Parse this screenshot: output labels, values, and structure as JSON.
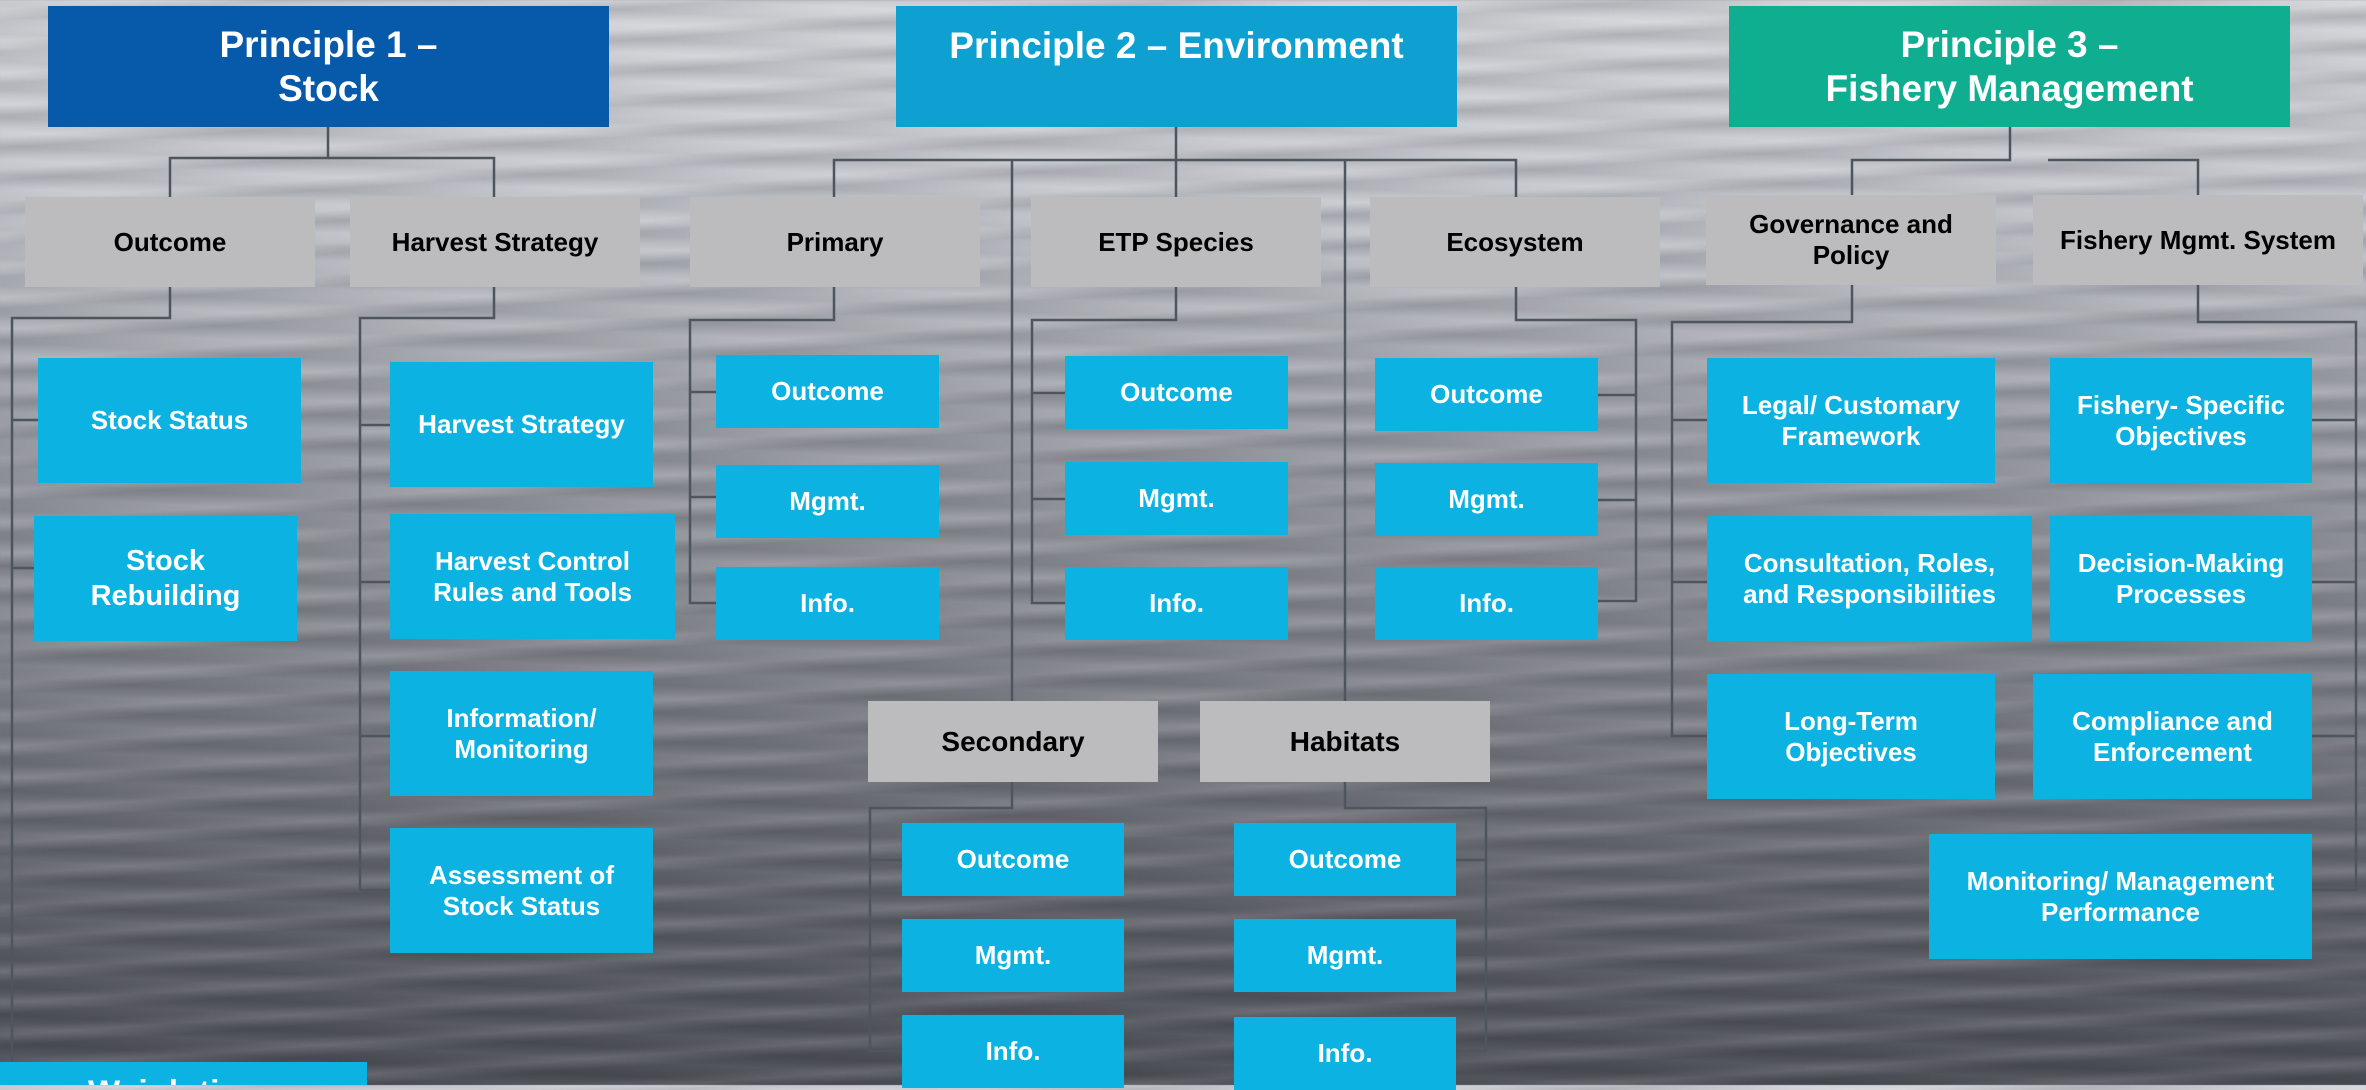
{
  "principles": {
    "p1": {
      "title": "Principle 1 –\nStock",
      "color": "#075aa9"
    },
    "p2": {
      "title": "Principle 2 – Environment",
      "color": "#0da0d1"
    },
    "p3": {
      "title": "Principle 3 –\nFishery Management",
      "color": "#10ae91"
    }
  },
  "categories": {
    "outcome": "Outcome",
    "harvest_strategy": "Harvest Strategy",
    "primary": "Primary",
    "etp_species": "ETP Species",
    "ecosystem": "Ecosystem",
    "governance": "Governance and\nPolicy",
    "fishery_mgmt_system": "Fishery Mgmt. System",
    "secondary": "Secondary",
    "habitats": "Habitats"
  },
  "items": {
    "stock_status": "Stock Status",
    "stock_rebuilding": "Stock\nRebuilding",
    "harvest_strategy": "Harvest Strategy",
    "harvest_control_rules": "Harvest Control\nRules and Tools",
    "information_monitoring": "Information/\nMonitoring",
    "assessment_stock_status": "Assessment of\nStock Status",
    "outcome": "Outcome",
    "mgmt": "Mgmt.",
    "info": "Info.",
    "legal_framework": "Legal/ Customary\nFramework",
    "consultation": "Consultation, Roles,\nand Responsibilities",
    "long_term_objectives": "Long-Term\nObjectives",
    "fishery_specific_objectives": "Fishery- Specific\nObjectives",
    "decision_making": "Decision-Making\nProcesses",
    "compliance": "Compliance and\nEnforcement",
    "monitoring_performance": "Monitoring/ Management\nPerformance"
  },
  "footer_tab": "Weigh tin",
  "colors": {
    "category_gray": "#bcbcbe",
    "item_blue": "#0cb2e1",
    "connector": "#4f555d"
  }
}
